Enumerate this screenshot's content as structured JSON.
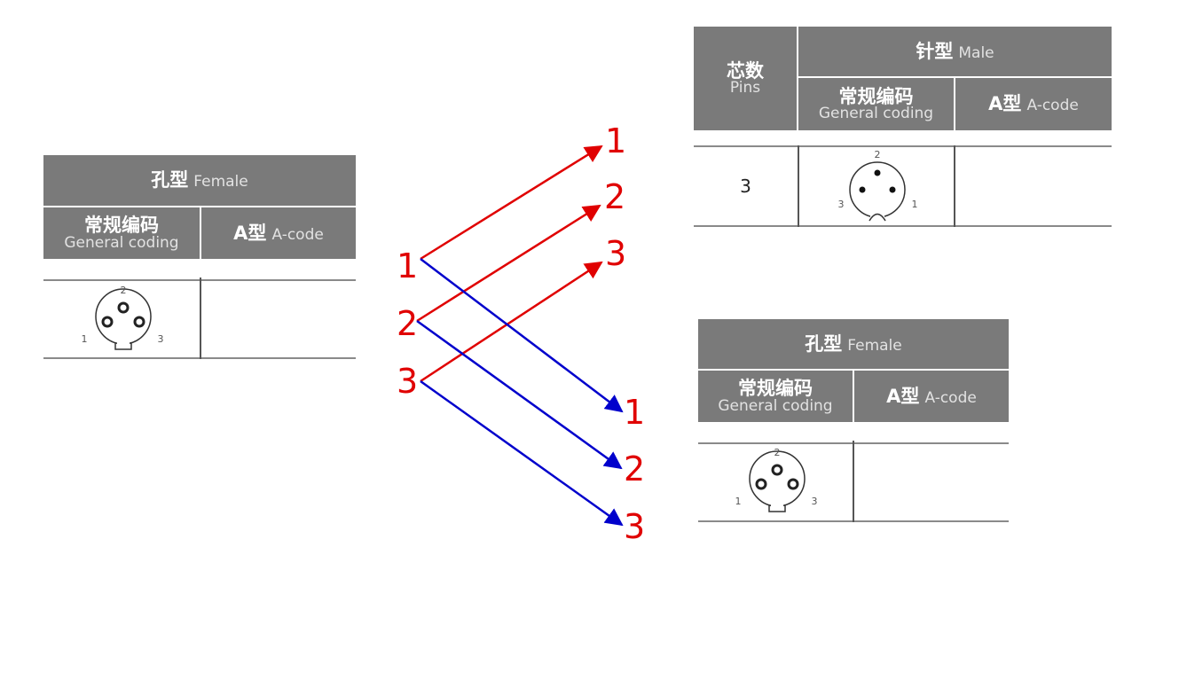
{
  "female_table_left": {
    "title_cn": "孔型",
    "title_en": "Female",
    "col1_cn": "常规编码",
    "col1_en": "General coding",
    "col2_cn": "A型",
    "col2_en": "A-code",
    "pin_labels": [
      "2",
      "1",
      "3"
    ]
  },
  "male_table": {
    "pins_cn": "芯数",
    "pins_en": "Pins",
    "title_cn": "针型",
    "title_en": "Male",
    "col1_cn": "常规编码",
    "col1_en": "General coding",
    "col2_cn": "A型",
    "col2_en": "A-code",
    "pin_count": "3",
    "pin_labels": [
      "2",
      "3",
      "1"
    ]
  },
  "female_table_right": {
    "title_cn": "孔型",
    "title_en": "Female",
    "col1_cn": "常规编码",
    "col1_en": "General coding",
    "col2_cn": "A型",
    "col2_en": "A-code",
    "pin_labels": [
      "2",
      "1",
      "3"
    ]
  },
  "wiring": {
    "source_labels": [
      "1",
      "2",
      "3"
    ],
    "male_target_labels": [
      "1",
      "2",
      "3"
    ],
    "female_target_labels": [
      "1",
      "2",
      "3"
    ],
    "colors": {
      "to_male": "#e00000",
      "to_female": "#0000cc",
      "label": "#e00000",
      "female_label": "#e00000"
    }
  }
}
